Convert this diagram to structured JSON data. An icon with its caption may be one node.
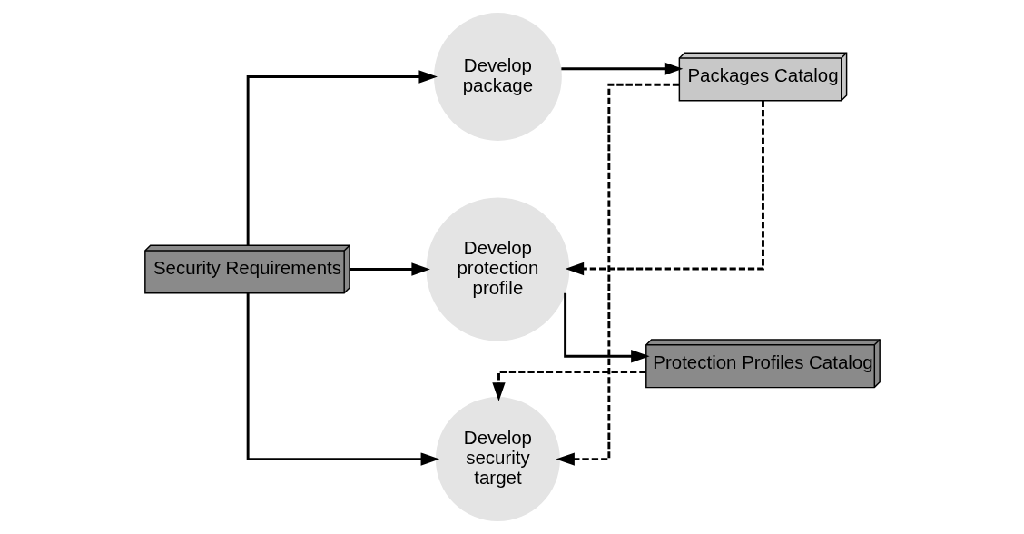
{
  "diagram": {
    "nodes": [
      {
        "text": [
          "Security Requirements"
        ]
      },
      {
        "text": [
          "Develop package"
        ]
      },
      {
        "text": [
          "Packages Catalog"
        ]
      },
      {
        "text": [
          "Develop protection profile"
        ]
      },
      {
        "text": [
          "Protection Profiles Catalog"
        ]
      },
      {
        "text": [
          "Develop security target"
        ]
      }
    ],
    "edges": [
      {
        "from": 0,
        "to": 1,
        "arrow": "to"
      },
      {
        "from": 1,
        "to": 2,
        "arrow": "to"
      },
      {
        "from": 2,
        "to": 3,
        "arrow": "to",
        "style": "dashed"
      },
      {
        "from": 0,
        "to": 3,
        "arrow": "to"
      },
      {
        "from": 3,
        "to": 4,
        "arrow": "to"
      },
      {
        "from": 4,
        "to": 5,
        "arrow": "to",
        "style": "dashed"
      },
      {
        "from": 0,
        "to": 5,
        "arrow": "to"
      },
      {
        "from": 2,
        "to": 5,
        "arrow": "to",
        "style": "dashed"
      }
    ]
  }
}
